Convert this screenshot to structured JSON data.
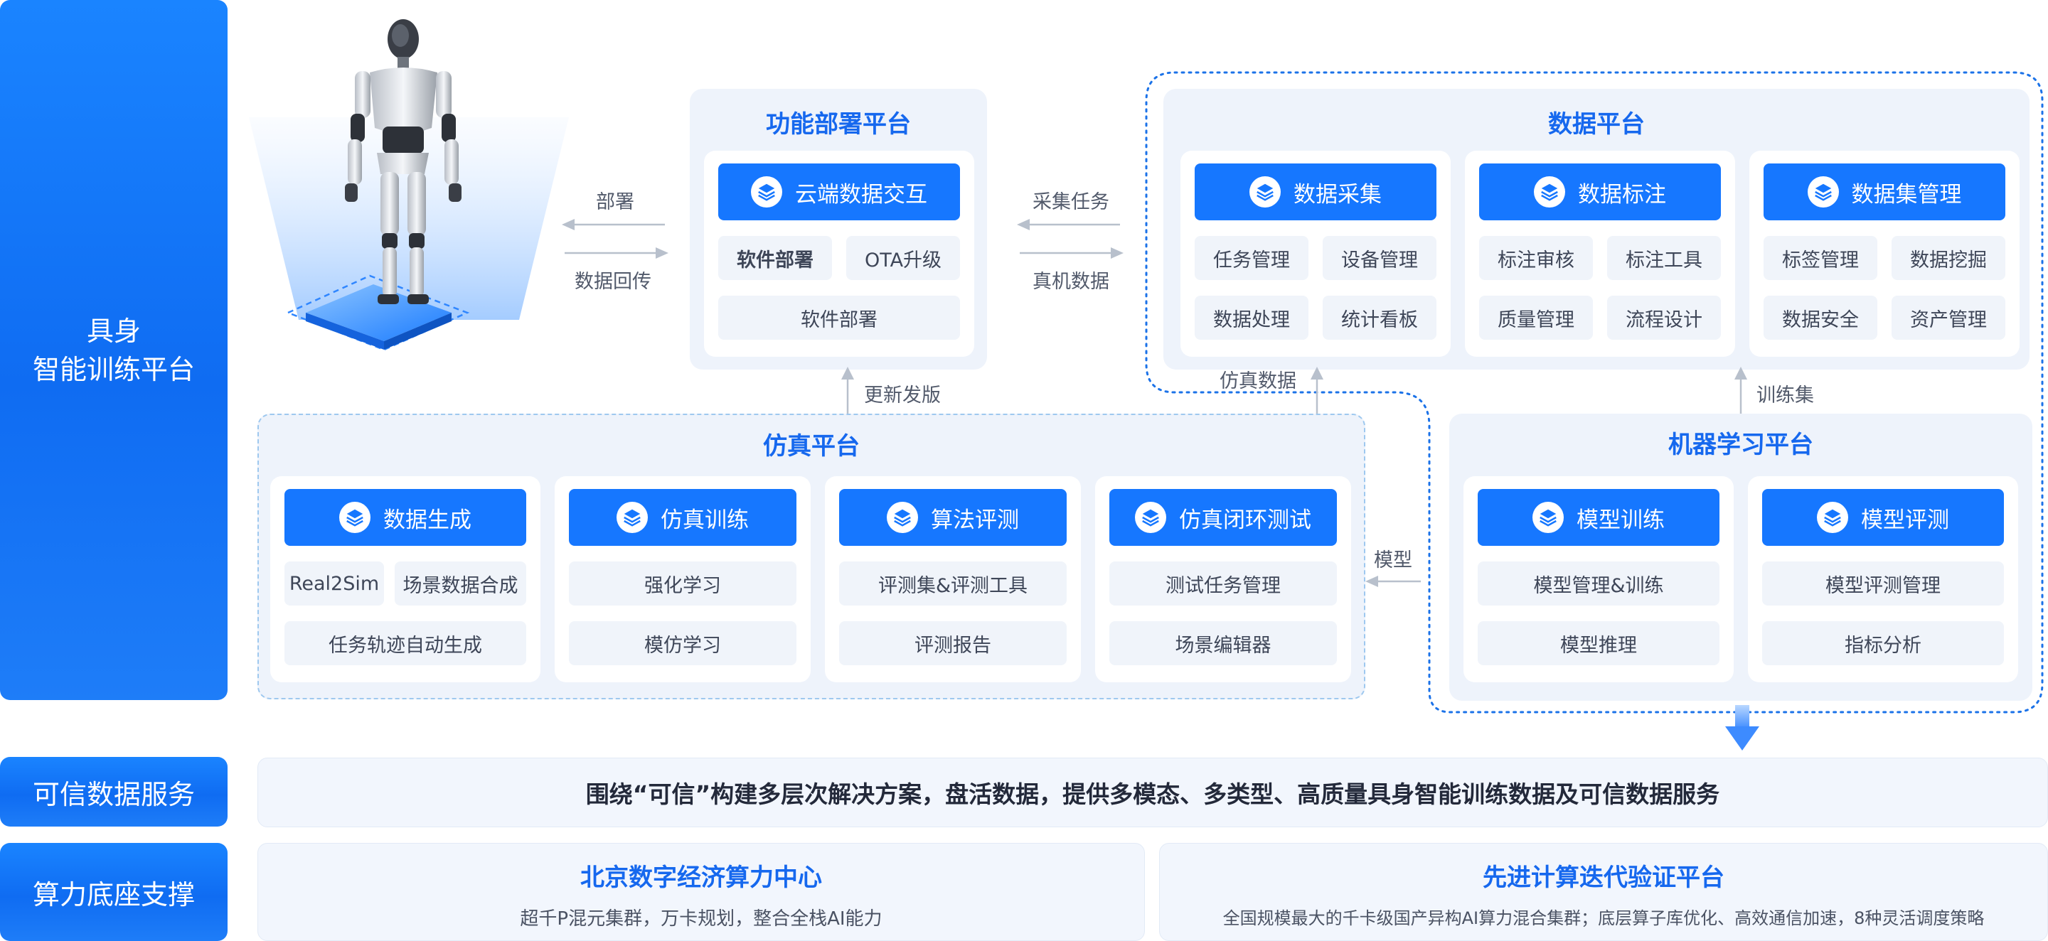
{
  "sidebar": {
    "main_line1": "具身",
    "main_line2": "智能训练平台",
    "trusted": "可信数据服务",
    "compute": "算力底座支撑"
  },
  "arrows": {
    "deploy": "部署",
    "data_return": "数据回传",
    "collect_task": "采集任务",
    "real_data": "真机数据",
    "update_release": "更新发版",
    "sim_data": "仿真数据",
    "training_set": "训练集",
    "model": "模型"
  },
  "deploy_platform": {
    "title": "功能部署平台",
    "cloud_button": "云端数据交互",
    "chips": [
      "软件部署",
      "OTA升级",
      "软件部署"
    ]
  },
  "data_platform": {
    "title": "数据平台",
    "modules": [
      {
        "button": "数据采集",
        "chips": [
          "任务管理",
          "设备管理",
          "数据处理",
          "统计看板"
        ]
      },
      {
        "button": "数据标注",
        "chips": [
          "标注审核",
          "标注工具",
          "质量管理",
          "流程设计"
        ]
      },
      {
        "button": "数据集管理",
        "chips": [
          "标签管理",
          "数据挖掘",
          "数据安全",
          "资产管理"
        ]
      }
    ]
  },
  "sim_platform": {
    "title": "仿真平台",
    "modules": [
      {
        "button": "数据生成",
        "chips": [
          "Real2Sim",
          "场景数据合成",
          "任务轨迹自动生成"
        ]
      },
      {
        "button": "仿真训练",
        "chips": [
          "强化学习",
          "模仿学习"
        ]
      },
      {
        "button": "算法评测",
        "chips": [
          "评测集&评测工具",
          "评测报告"
        ]
      },
      {
        "button": "仿真闭环测试",
        "chips": [
          "测试任务管理",
          "场景编辑器"
        ]
      }
    ]
  },
  "ml_platform": {
    "title": "机器学习平台",
    "modules": [
      {
        "button": "模型训练",
        "chips": [
          "模型管理&训练",
          "模型推理"
        ]
      },
      {
        "button": "模型评测",
        "chips": [
          "模型评测管理",
          "指标分析"
        ]
      }
    ]
  },
  "trusted_service": {
    "text": "围绕“可信”构建多层次解决方案，盘活数据，提供多模态、多类型、高质量具身智能训练数据及可信数据服务"
  },
  "compute": {
    "left_title": "北京数字经济算力中心",
    "left_desc": "超千P混元集群，万卡规划，整合全栈AI能力",
    "right_title": "先进计算迭代验证平台",
    "right_desc": "全国规模最大的千卡级国产异构AI算力混合集群；底层算子库优化、高效通信加速，8种灵活调度策略"
  },
  "colors": {
    "primary": "#1677ff",
    "title_blue": "#1668ee",
    "panel_bg": "#eef3fb",
    "chip_bg": "#f0f4fa"
  },
  "icons": {
    "module_icon": "layers-icon",
    "arrow_icon": "arrow-icon",
    "robot": "humanoid-robot-illustration"
  }
}
